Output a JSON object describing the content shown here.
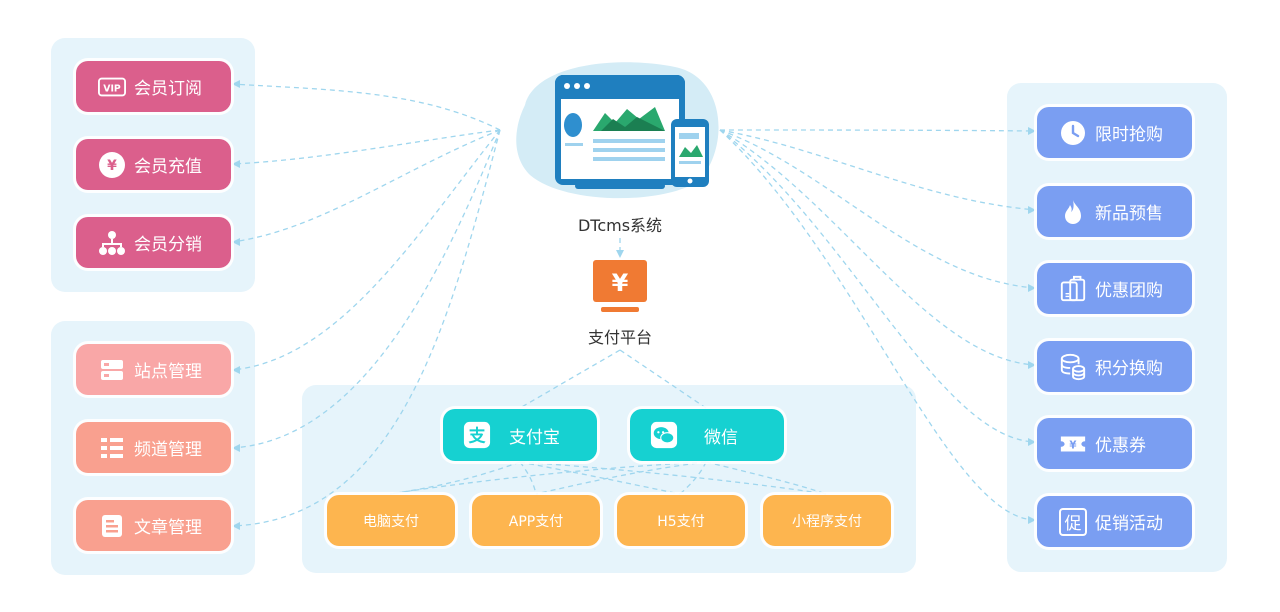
{
  "left_top": {
    "items": [
      {
        "label": "会员订阅",
        "icon": "vip-icon"
      },
      {
        "label": "会员充值",
        "icon": "yen-coin-icon"
      },
      {
        "label": "会员分销",
        "icon": "org-tree-icon"
      }
    ]
  },
  "left_bottom": {
    "items": [
      {
        "label": "站点管理",
        "icon": "server-icon"
      },
      {
        "label": "频道管理",
        "icon": "list-icon"
      },
      {
        "label": "文章管理",
        "icon": "document-icon"
      }
    ]
  },
  "center": {
    "system_label": "DTcms系统",
    "payment_label": "支付平台",
    "providers": [
      {
        "label": "支付宝",
        "icon": "alipay-icon"
      },
      {
        "label": "微信",
        "icon": "wechat-icon"
      }
    ],
    "methods": [
      "电脑支付",
      "APP支付",
      "H5支付",
      "小程序支付"
    ]
  },
  "right": {
    "items": [
      {
        "label": "限时抢购",
        "icon": "clock-icon"
      },
      {
        "label": "新品预售",
        "icon": "flame-icon"
      },
      {
        "label": "优惠团购",
        "icon": "shopping-bag-icon"
      },
      {
        "label": "积分换购",
        "icon": "coin-stack-icon"
      },
      {
        "label": "优惠券",
        "icon": "coupon-icon"
      },
      {
        "label": "促销活动",
        "icon": "promotion-icon"
      }
    ]
  },
  "colors": {
    "pink": "#db5f8c",
    "salmon": "#f9a08f",
    "blue": "#7a9ef2",
    "teal": "#16d1d1",
    "orange": "#fdb54f",
    "panel": "#e6f4fb",
    "line": "#9fd6ee"
  }
}
